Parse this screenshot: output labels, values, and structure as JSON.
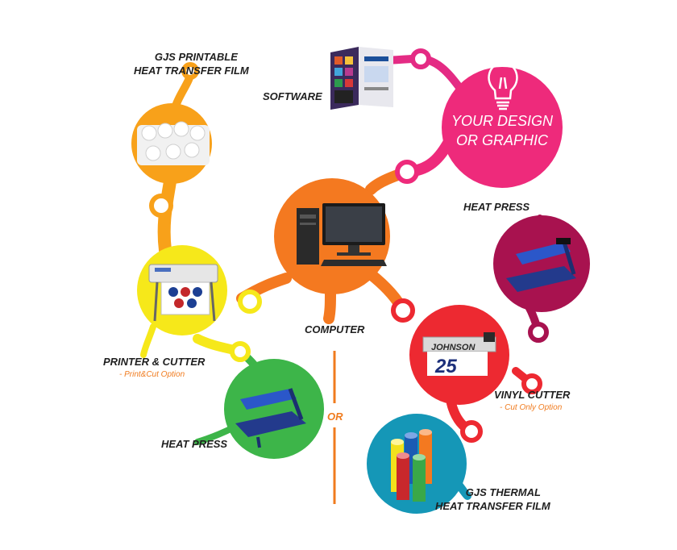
{
  "nodes": {
    "gjs_printable_film": {
      "label_line1": "GJS PRINTABLE",
      "label_line2": "HEAT TRANSFER FILM",
      "color": "#f8a11a"
    },
    "software": {
      "label": "SOFTWARE",
      "color": "#e42b84"
    },
    "design": {
      "label_line1": "YOUR DESIGN",
      "label_line2": "OR GRAPHIC",
      "color": "#ee2a7b",
      "icon": "lightbulb-icon"
    },
    "computer": {
      "label": "COMPUTER",
      "color": "#f47920"
    },
    "heat_press_right": {
      "label": "HEAT PRESS",
      "color": "#a8124f"
    },
    "printer_cutter": {
      "label": "PRINTER & CUTTER",
      "sublabel": "- Print&Cut Option",
      "color": "#f6e81a"
    },
    "vinyl_cutter": {
      "label": "VINYL CUTTER",
      "sublabel": "- Cut Only Option",
      "color": "#ed2931"
    },
    "heat_press_left": {
      "label": "HEAT PRESS",
      "color": "#3db549"
    },
    "gjs_thermal_film": {
      "label_line1": "GJS THERMAL",
      "label_line2": "HEAT TRANSFER FILM",
      "color": "#1597b7"
    }
  },
  "divider": {
    "label": "OR",
    "color": "#f07b1e"
  },
  "vinyl_graphic_text": {
    "name": "JOHNSON",
    "number": "25"
  }
}
